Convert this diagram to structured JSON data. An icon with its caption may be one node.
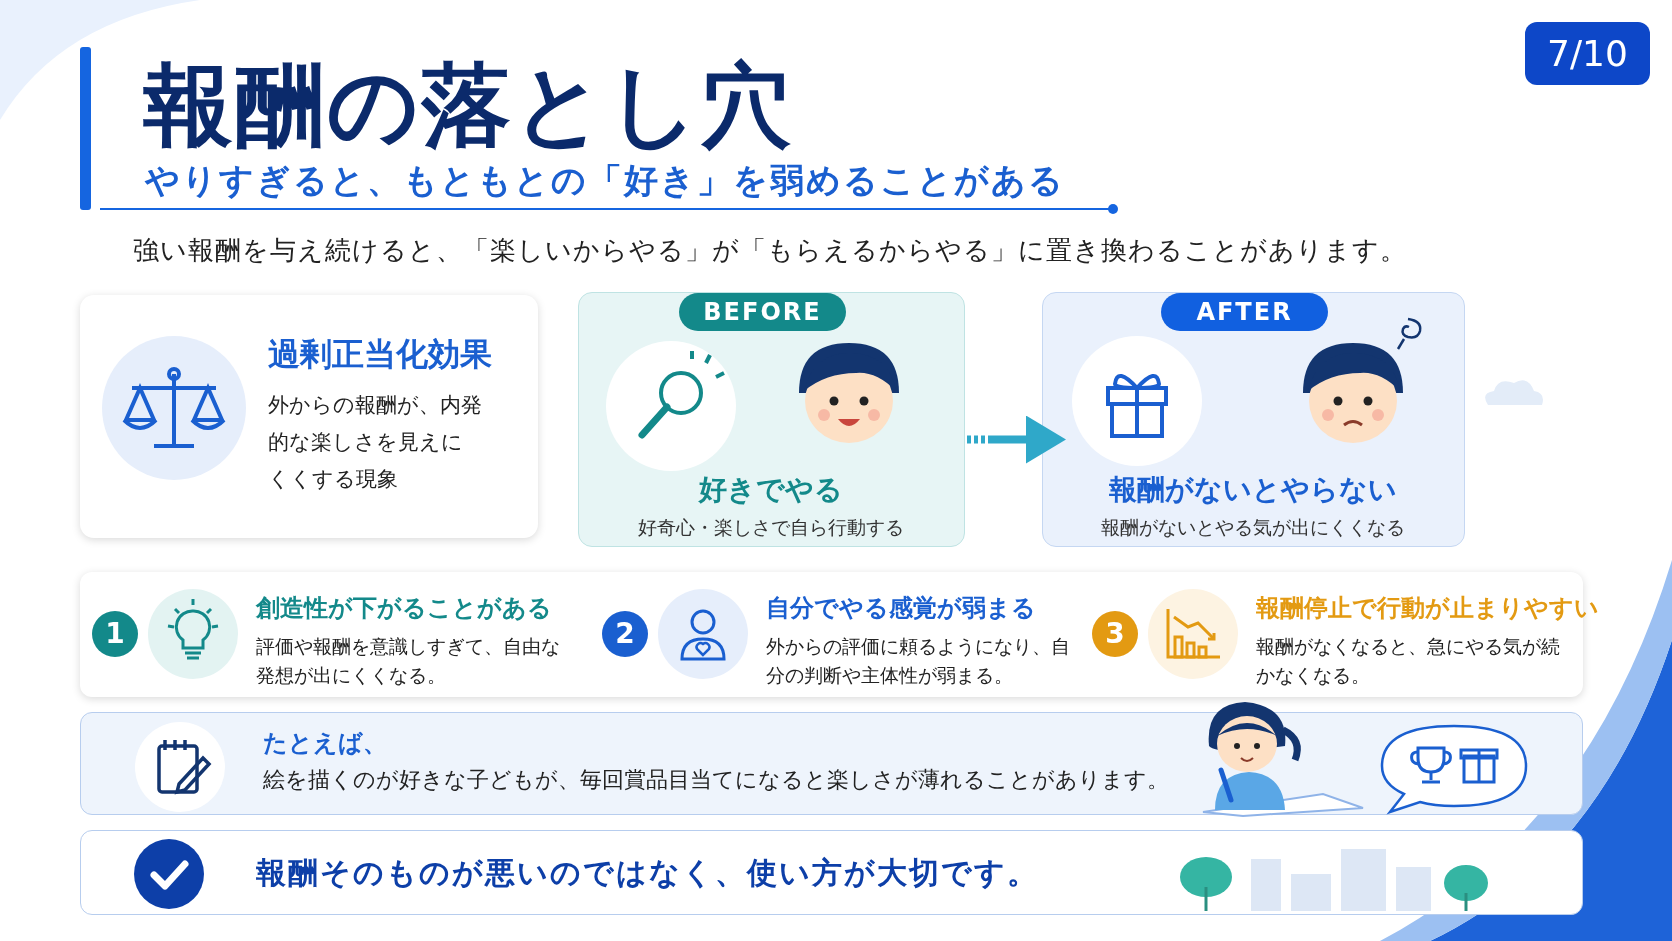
{
  "diagram": {
    "title": "報酬の落とし穴",
    "nodes": [
      {
        "text": [
          "過剰正当化効果",
          "外からの報酬が、内発的な楽しさを見えにくくする現象"
        ]
      },
      {
        "text": [
          "BEFORE",
          "好きでやる",
          "好奇心・楽しさで自ら行動する"
        ]
      },
      {
        "text": [
          "AFTER",
          "報酬がないとやらない",
          "報酬がないとやる気が出にくくなる"
        ]
      },
      {
        "text": [],
        "shape": "box"
      },
      {
        "text": [
          "1",
          "創造性が下がることがある",
          "評価や報酬を意識しすぎて、自由な発想が出にくくなる。"
        ],
        "in": 3
      },
      {
        "text": [
          "2",
          "自分でやる感覚が弱まる",
          "外からの評価に頼るようになり、自分の判断や主体性が弱まる。"
        ],
        "in": 3
      },
      {
        "text": [
          "3",
          "報酬停止で行動が止まりやすい",
          "報酬がなくなると、急にやる気が続かなくなる。"
        ],
        "in": 3
      },
      {
        "text": [
          "たとえば、",
          "絵を描くのが好きな子どもが、毎回賞品目当てになると楽しさが薄れることがあります。"
        ]
      },
      {
        "text": [
          "報酬そのものが悪いのではなく、使い方が大切です。"
        ]
      }
    ],
    "edges": [
      {
        "from": 1,
        "to": 2,
        "arrow": "to"
      }
    ],
    "labels": [
      "7/10",
      "やりすぎると、もともとの「好き」を弱めることがある",
      "強い報酬を与え続けると、「楽しいからやる」が「もらえるからやる」に置き換わることがあります。"
    ]
  }
}
